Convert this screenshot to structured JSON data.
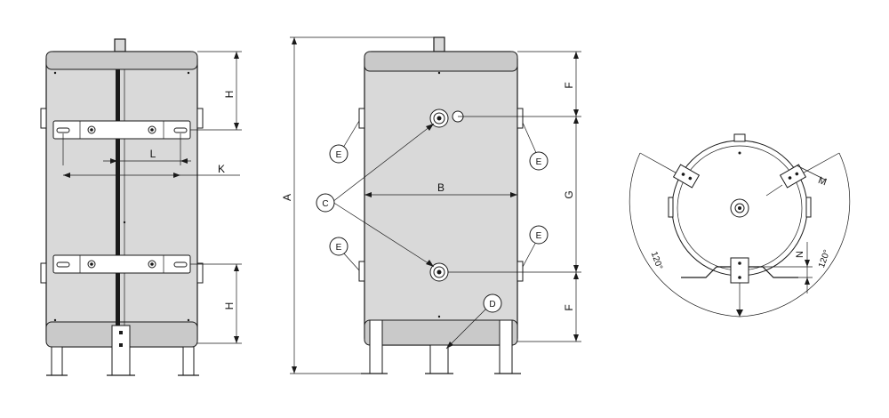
{
  "labels": {
    "H_top": "H",
    "H_bottom": "H",
    "L": "L",
    "K": "K",
    "A": "A",
    "B": "B",
    "C": "C",
    "D": "D",
    "E_1": "E",
    "E_2": "E",
    "E_3": "E",
    "E_4": "E",
    "F_top": "F",
    "F_bottom": "F",
    "G": "G",
    "M": "M",
    "N": "N",
    "angle_left": "120°",
    "angle_right": "120°"
  }
}
